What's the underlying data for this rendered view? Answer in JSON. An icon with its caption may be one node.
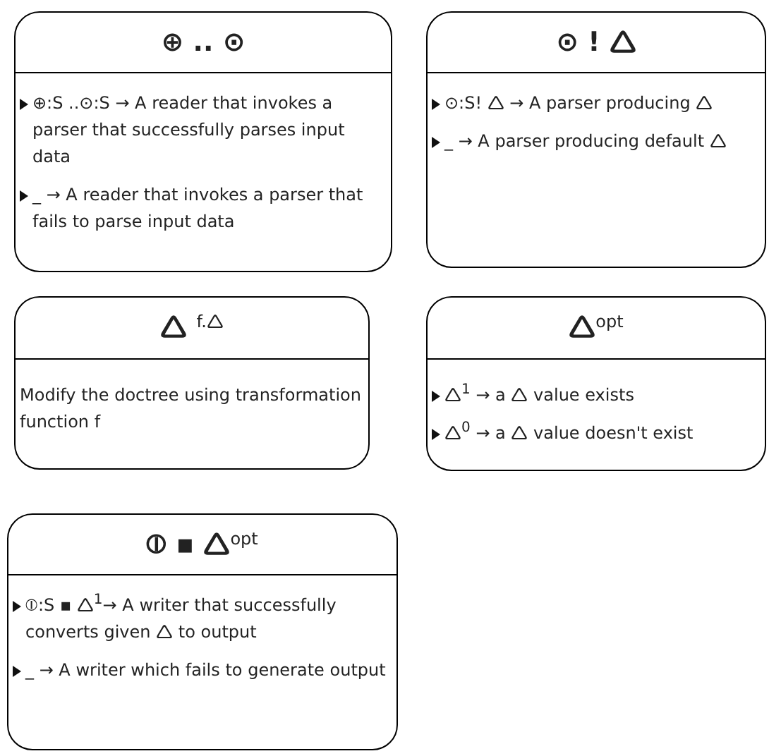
{
  "diagram": {
    "nodes": [
      {
        "text": [
          "⊕ .. ⊙",
          "⊕:S ..⊙:S → A reader that invokes a parser that successfully parses input data",
          "_ → A reader that invokes a parser that fails to parse input data"
        ]
      },
      {
        "text": [
          "⊙ ! 🛆",
          "⊙:S! 🛆 → A parser producing 🛆",
          "_ → A parser producing default 🛆"
        ]
      },
      {
        "text": [
          "🛆 $^{f.🛆}$",
          "Modify the doctree using transformation function f"
        ]
      },
      {
        "text": [
          "🛆$^{opt}$",
          "🛆$^{1}$ → a 🛆 value exists",
          "🛆$^{0}$ → a 🛆 value doesn't exist"
        ]
      },
      {
        "text": [
          "⦶ ▪ 🛆$^{opt}$",
          "⦶:S ▪ 🛆$^{1}$→ A writer that successfully converts given 🛆 to output",
          "_ → A writer which fails to generate output"
        ]
      }
    ]
  }
}
